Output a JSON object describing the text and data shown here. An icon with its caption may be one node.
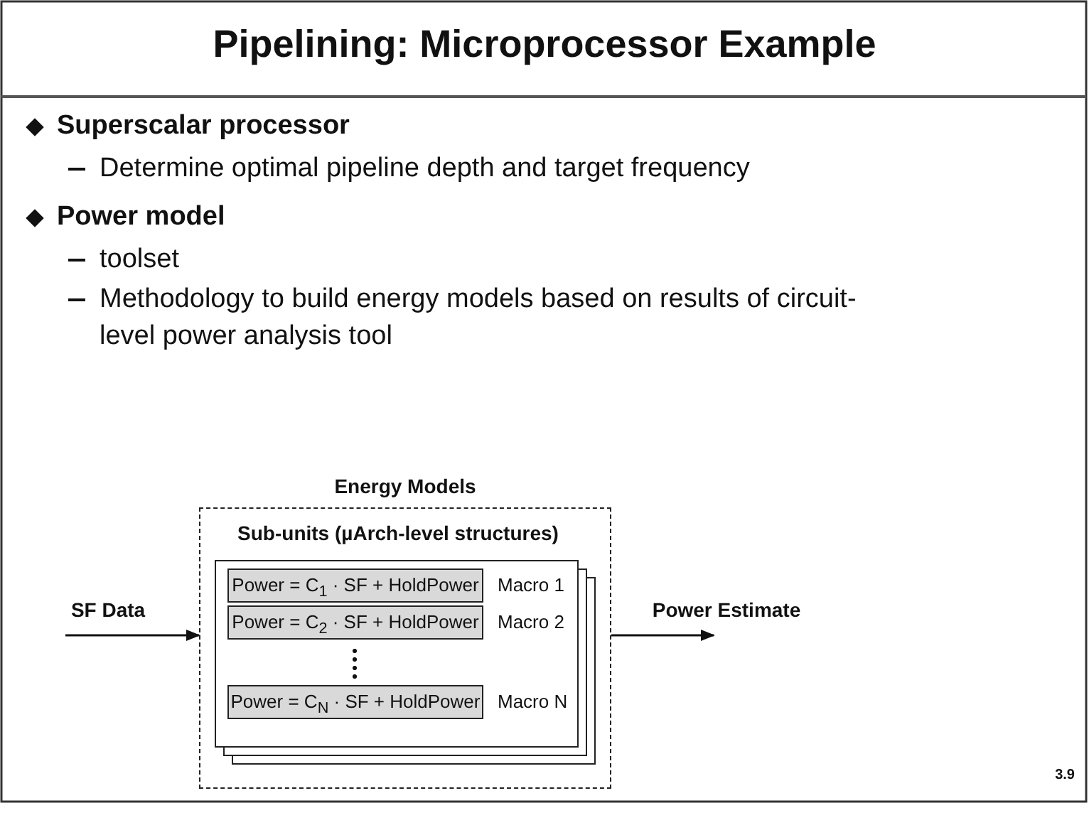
{
  "diagram": {
    "title": "Pipelining: Microprocessor Example",
    "nodes": [
      {
        "text": [
          "Energy Models"
        ]
      },
      {
        "text": [
          "Sub-units (µArch-level structures)"
        ],
        "in": 0
      },
      {
        "text": [
          "Power = C$_{1}$ · SF + HoldPower"
        ],
        "beside": [
          "Macro 1"
        ],
        "in": 1
      },
      {
        "text": [
          "Power = C$_{2}$ · SF + HoldPower"
        ],
        "beside": [
          "Macro 2"
        ],
        "in": 1
      },
      {
        "text": [
          "Power = C$_{N}$ · SF + HoldPower"
        ],
        "beside": [
          "Macro N"
        ],
        "in": 1
      },
      {
        "text": [
          "SF Data"
        ]
      },
      {
        "text": [
          "Power Estimate"
        ]
      }
    ],
    "edges": [
      {
        "from": 5,
        "to": 0,
        "arrow": "to"
      },
      {
        "from": 0,
        "to": 6,
        "arrow": "to"
      }
    ],
    "labels": [
      "Superscalar processor",
      "Determine optimal pipeline depth and target frequency",
      "Power model",
      "toolset",
      "Methodology to build energy models based on results of circuit-level power analysis tool",
      "3.9"
    ]
  }
}
